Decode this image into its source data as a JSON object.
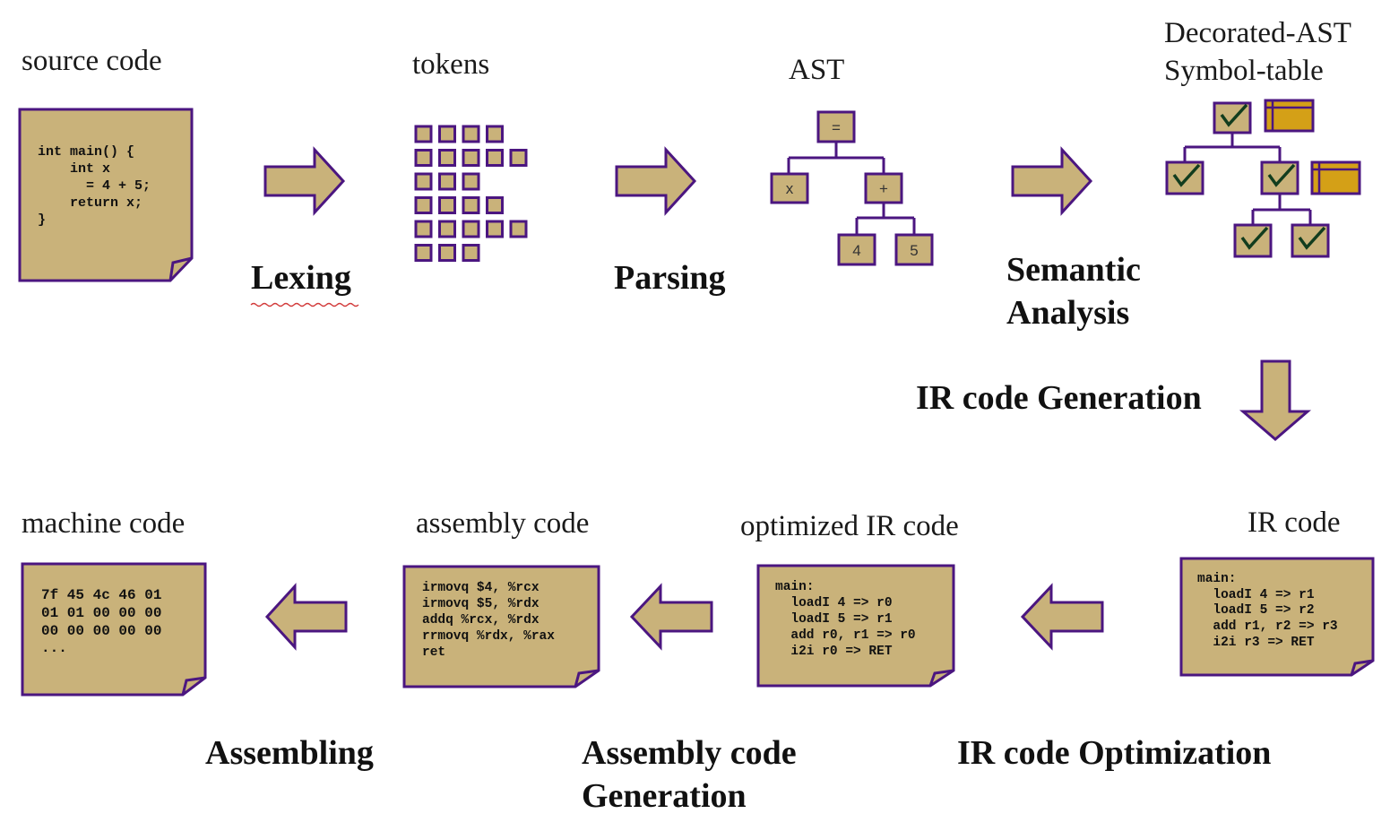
{
  "colors": {
    "fill": "#c9b27a",
    "stroke": "#4b1680",
    "table_fill": "#d4a017",
    "check": "#123d1e"
  },
  "artifacts": {
    "source_code": {
      "label": "source code",
      "lines": [
        "int main() {",
        "    int x",
        "      = 4 + 5;",
        "    return x;",
        "}"
      ]
    },
    "tokens": {
      "label": "tokens"
    },
    "ast": {
      "label": "AST",
      "nodes": {
        "root": "=",
        "left": "x",
        "right": "+",
        "right_left": "4",
        "right_right": "5"
      }
    },
    "decorated_ast": {
      "label_line1": "Decorated-AST",
      "label_line2": "Symbol-table"
    },
    "ir_code": {
      "label": "IR code",
      "lines": [
        "main:",
        "  loadI 4 => r1",
        "  loadI 5 => r2",
        "  add r1, r2 => r3",
        "  i2i r3 => RET"
      ]
    },
    "optimized_ir": {
      "label": "optimized IR code",
      "lines": [
        "main:",
        "  loadI 4 => r0",
        "  loadI 5 => r1",
        "  add r0, r1 => r0",
        "  i2i r0 => RET"
      ]
    },
    "assembly": {
      "label": "assembly code",
      "lines": [
        "irmovq $4, %rcx",
        "irmovq $5, %rdx",
        "addq %rcx, %rdx",
        "rrmovq %rdx, %rax",
        "ret"
      ]
    },
    "machine_code": {
      "label": "machine code",
      "lines": [
        "7f 45 4c 46 01",
        "01 01 00 00 00",
        "00 00 00 00 00",
        "..."
      ]
    }
  },
  "stages": {
    "lexing": "Lexing",
    "parsing": "Parsing",
    "semantic_line1": "Semantic",
    "semantic_line2": "Analysis",
    "ir_generation": "IR code Generation",
    "ir_optimization": "IR code Optimization",
    "asm_generation_line1": "Assembly code",
    "asm_generation_line2": "Generation",
    "assembling": "Assembling"
  },
  "icons": {
    "document": "document-icon",
    "token_grid": "token-grid-icon",
    "check": "checkmark-icon",
    "table": "symbol-table-icon",
    "arrow_right": "arrow-right-icon",
    "arrow_left": "arrow-left-icon",
    "arrow_down": "arrow-down-icon"
  }
}
